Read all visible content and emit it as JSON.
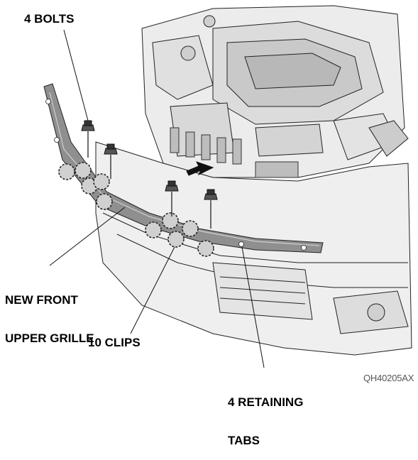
{
  "callouts": {
    "bolts": "4 BOLTS",
    "grille_line1": "NEW FRONT",
    "grille_line2": "UPPER GRILLE",
    "clips": "10 CLIPS",
    "tabs_line1": "4 RETAINING",
    "tabs_line2": "TABS"
  },
  "figure_code": "QH40205AX",
  "colors": {
    "line_art": "#111111",
    "body_shading": "#e6e6e6",
    "grille_part": "#8f8f8f",
    "clip_fill": "#d0d0d0"
  }
}
